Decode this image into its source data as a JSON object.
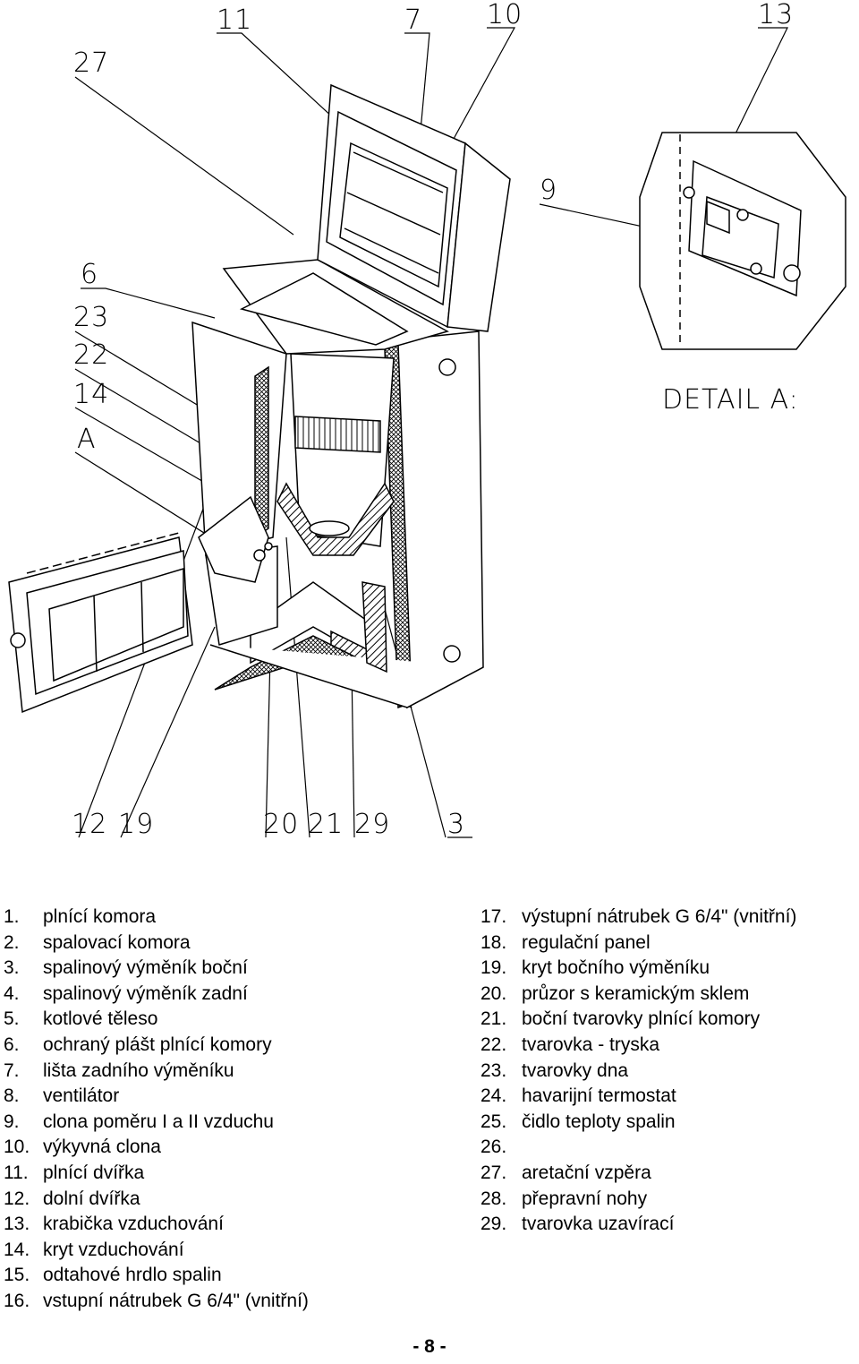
{
  "drawing": {
    "callouts": {
      "c27": "27",
      "c11": "11",
      "c7": "7",
      "c10": "10",
      "c13": "13",
      "c9": "9",
      "c6": "6",
      "c23": "23",
      "c22": "22",
      "c14": "14",
      "cA": "A",
      "c12": "12",
      "c19": "19",
      "c20": "20",
      "c21": "21",
      "c29": "29",
      "c3": "3"
    },
    "detail_label": "DETAIL A:"
  },
  "legend_left": [
    {
      "num": "1.",
      "text": "plnící komora"
    },
    {
      "num": "2.",
      "text": "spalovací komora"
    },
    {
      "num": "3.",
      "text": "spalinový výměník boční"
    },
    {
      "num": "4.",
      "text": "spalinový výměník zadní"
    },
    {
      "num": "5.",
      "text": "kotlové těleso"
    },
    {
      "num": "6.",
      "text": "ochraný plášt plnící komory"
    },
    {
      "num": "7.",
      "text": "lišta zadního výměníku"
    },
    {
      "num": "8.",
      "text": "ventilátor"
    },
    {
      "num": "9.",
      "text": "clona poměru I a II vzduchu"
    },
    {
      "num": "10.",
      "text": "výkyvná clona"
    },
    {
      "num": "11.",
      "text": "plnící dvířka"
    },
    {
      "num": "12.",
      "text": "dolní dvířka"
    },
    {
      "num": "13.",
      "text": "krabička vzduchování"
    },
    {
      "num": "14.",
      "text": "kryt vzduchování"
    },
    {
      "num": "15.",
      "text": "odtahové hrdlo spalin"
    },
    {
      "num": "16.",
      "text": "vstupní nátrubek G 6/4\" (vnitřní)"
    }
  ],
  "legend_right": [
    {
      "num": "17.",
      "text": "výstupní nátrubek G 6/4\" (vnitřní)"
    },
    {
      "num": "18.",
      "text": "regulační panel"
    },
    {
      "num": "19.",
      "text": "kryt bočního výměníku"
    },
    {
      "num": "20.",
      "text": "průzor s keramickým sklem"
    },
    {
      "num": "21.",
      "text": "boční tvarovky plnící komory"
    },
    {
      "num": "22.",
      "text": "tvarovka - tryska"
    },
    {
      "num": "23.",
      "text": "tvarovky dna"
    },
    {
      "num": "24.",
      "text": "havarijní termostat"
    },
    {
      "num": "25.",
      "text": "čidlo teploty spalin"
    },
    {
      "num": "26.",
      "text": ""
    },
    {
      "num": "27.",
      "text": "aretační vzpěra"
    },
    {
      "num": "28.",
      "text": "přepravní nohy"
    },
    {
      "num": "29.",
      "text": "tvarovka uzavírací"
    }
  ],
  "page_number": "- 8 -"
}
